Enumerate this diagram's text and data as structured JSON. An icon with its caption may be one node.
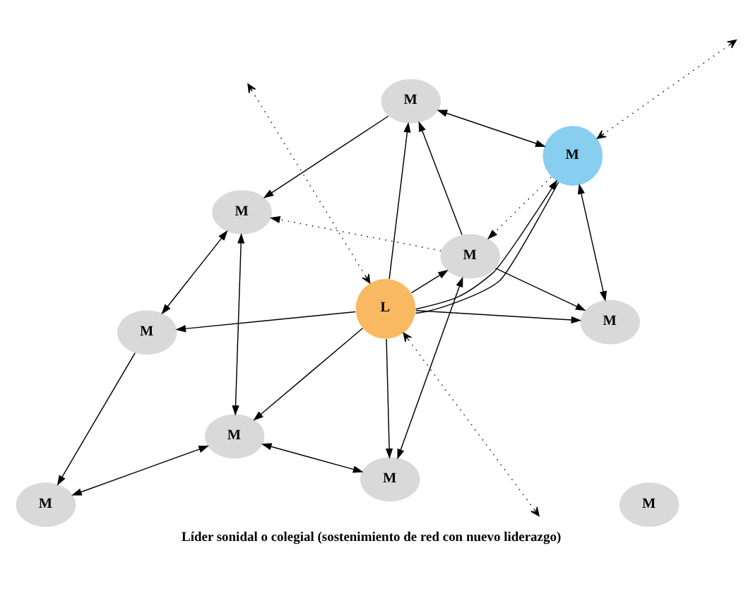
{
  "diagram": {
    "caption": "Líder sonidal o colegial (sostenimiento de red con nuevo liderazgo)",
    "nodes": [
      {
        "text": [
          "M"
        ]
      },
      {
        "text": [
          "M"
        ]
      },
      {
        "text": [
          "M"
        ]
      },
      {
        "text": [
          "M"
        ]
      },
      {
        "text": [
          "M"
        ]
      },
      {
        "text": [
          "M"
        ]
      },
      {
        "text": [
          "L"
        ]
      },
      {
        "text": [
          "M"
        ]
      },
      {
        "text": [
          "M"
        ]
      },
      {
        "text": [
          "M"
        ]
      },
      {
        "text": [
          "M"
        ]
      }
    ],
    "edges": [
      {
        "from": 1,
        "to": 2,
        "arrow": "both"
      },
      {
        "from": 1,
        "to": 5,
        "arrow": "to"
      },
      {
        "from": 6,
        "to": 2,
        "arrow": "to"
      },
      {
        "from": 1,
        "to": 4,
        "arrow": "to",
        "style": "dashed"
      },
      {
        "from": 7,
        "to": 1,
        "arrow": "to",
        "style": "dashed"
      },
      {
        "from": 2,
        "to": 10,
        "arrow": "both"
      },
      {
        "from": 6,
        "to": 7,
        "arrow": "to"
      },
      {
        "from": 6,
        "to": 10,
        "arrow": "to"
      },
      {
        "from": 6,
        "to": 3,
        "arrow": "to"
      },
      {
        "from": 3,
        "to": 4,
        "arrow": "both"
      },
      {
        "from": 4,
        "to": 10,
        "arrow": "both"
      },
      {
        "from": 6,
        "to": 5,
        "arrow": "to"
      },
      {
        "from": 6,
        "to": 8,
        "arrow": "to"
      },
      {
        "from": 5,
        "to": 7,
        "arrow": "both"
      },
      {
        "from": 7,
        "to": 8,
        "arrow": "both"
      },
      {
        "from": 9,
        "to": 10,
        "arrow": "both"
      },
      {
        "from": 6,
        "to": 1,
        "arrow": "to"
      },
      {
        "from": 1,
        "to": 8,
        "arrow": "to"
      },
      {
        "from": 3,
        "to": 9,
        "arrow": "to"
      },
      {
        "from": 6,
        "to": 7,
        "arrow": "none"
      },
      {
        "from": 5,
        "to": 4,
        "arrow": "to"
      },
      {
        "from": 6,
        "to": null,
        "arrow": "both",
        "style": "dashed"
      },
      {
        "from": 6,
        "to": null,
        "arrow": "both",
        "style": "dashed"
      },
      {
        "from": null,
        "to": 7,
        "arrow": "both",
        "style": "dashed"
      }
    ]
  }
}
